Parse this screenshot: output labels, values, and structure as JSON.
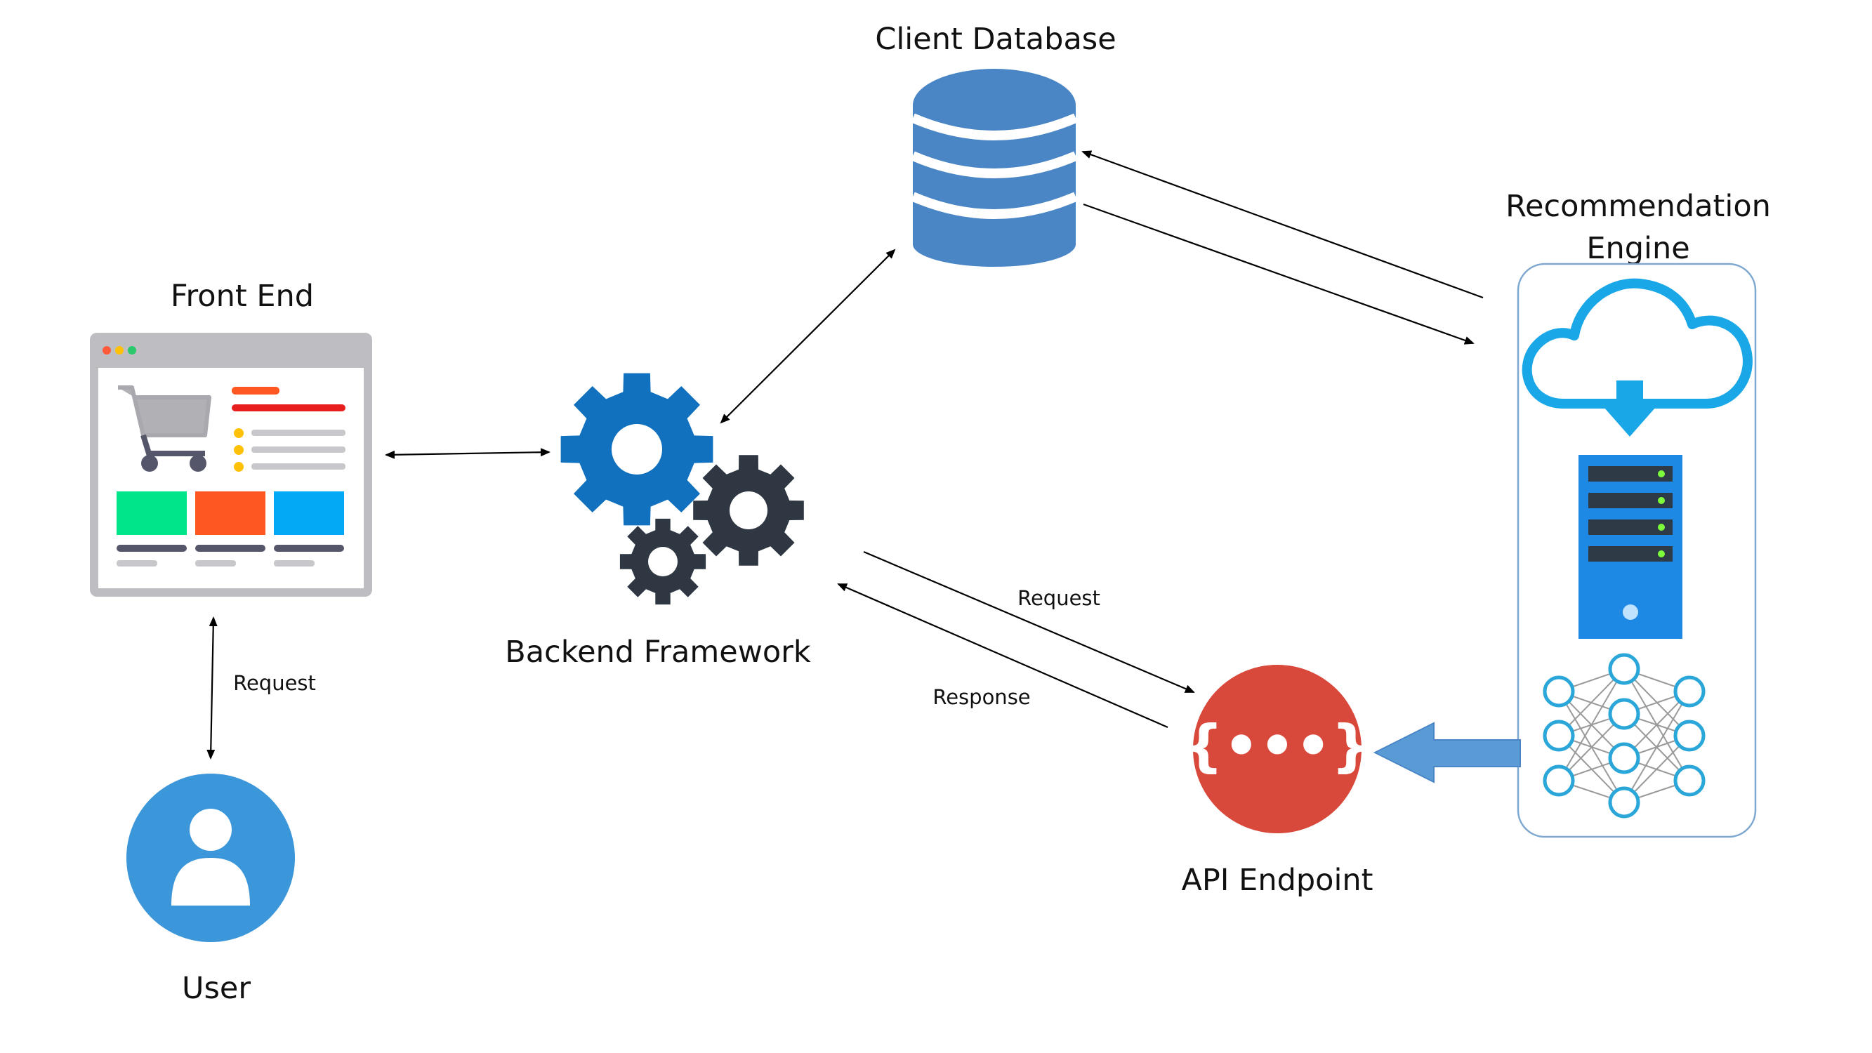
{
  "nodes": {
    "client_database": {
      "label": "Client Database",
      "color": "#4A86C5"
    },
    "recommendation_engine": {
      "label_line1": "Recommendation",
      "label_line2": "Engine",
      "panel_border": "#7FA8D0",
      "cloud_color": "#1AA7E8",
      "server_color": "#1E88E5",
      "network_color": "#2AA6D8"
    },
    "front_end": {
      "label": "Front End"
    },
    "backend_framework": {
      "label": "Backend Framework",
      "gear_blue": "#1271BE",
      "gear_dark": "#2E3742"
    },
    "user": {
      "label": "User",
      "color": "#3C96DA"
    },
    "api_endpoint": {
      "label": "API Endpoint",
      "symbol": "{•••}",
      "color": "#D9493B"
    }
  },
  "edges": {
    "frontend_user": {
      "label": "Request"
    },
    "backend_to_api": {
      "label": "Request"
    },
    "api_to_backend": {
      "label": "Response"
    },
    "big_arrow_color": "#5B9BD5"
  },
  "ui_mockup": {
    "frame_color": "#BDBDC2",
    "dot_colors": [
      "#FF5B3A",
      "#FFC107",
      "#2BC96B"
    ],
    "tile_colors": [
      "#00E58A",
      "#FF5722",
      "#03A9F4"
    ],
    "title_bar_colors": [
      "#FF5722",
      "#E81E1E"
    ]
  }
}
